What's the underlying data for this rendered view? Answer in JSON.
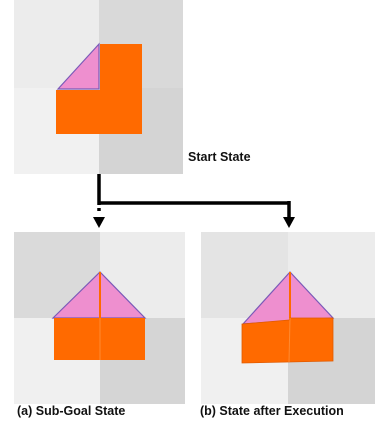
{
  "start_state": {
    "label": "Start State"
  },
  "sub_goal_state": {
    "label": "(a) Sub-Goal State"
  },
  "state_after_execution": {
    "label": "(b) State after Execution"
  },
  "colors": {
    "block_orange": "#ff6a00",
    "roof_pink": "#ee8fcf",
    "tile_light": "#eeeeee",
    "tile_dark": "#d2d2d2",
    "arrow": "#000000"
  }
}
